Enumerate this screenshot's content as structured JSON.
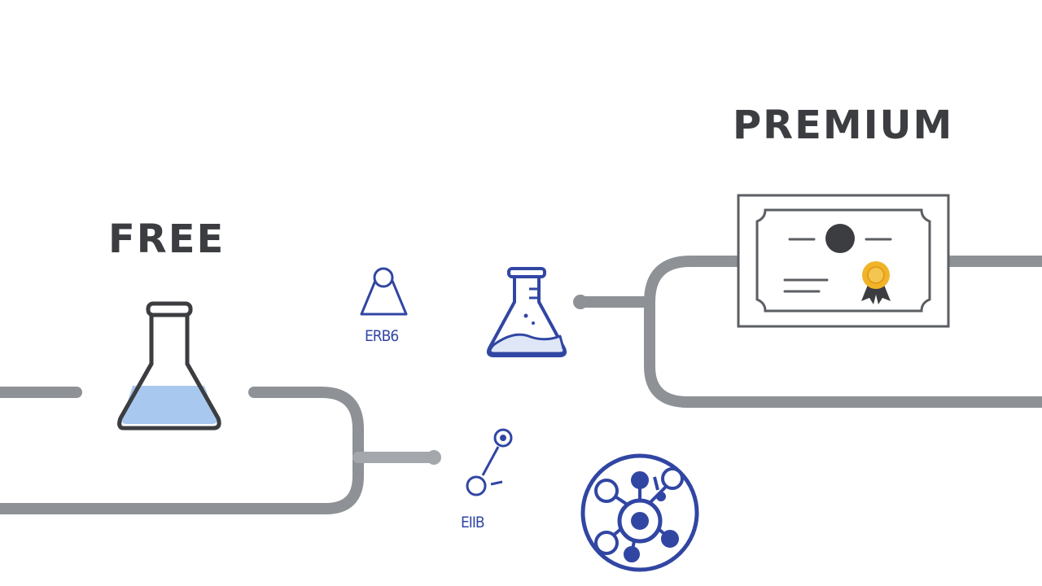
{
  "tiers": {
    "free_label": "FREE",
    "premium_label": "PREMIUM"
  },
  "captions": {
    "flask_caption": "ERB6",
    "network_caption": "EIIB"
  },
  "icons": [
    "flask-icon",
    "bell-icon",
    "lab-flask-icon",
    "node-link-icon",
    "network-hub-icon",
    "certificate-icon",
    "award-seal-icon"
  ],
  "colors": {
    "pipe": "#8e9195",
    "text": "#3b3d40",
    "accent_blue": "#3146a3",
    "liquid": "#a9c8ef",
    "seal_gold": "#f0b429",
    "seal_dark": "#3b3d40"
  }
}
